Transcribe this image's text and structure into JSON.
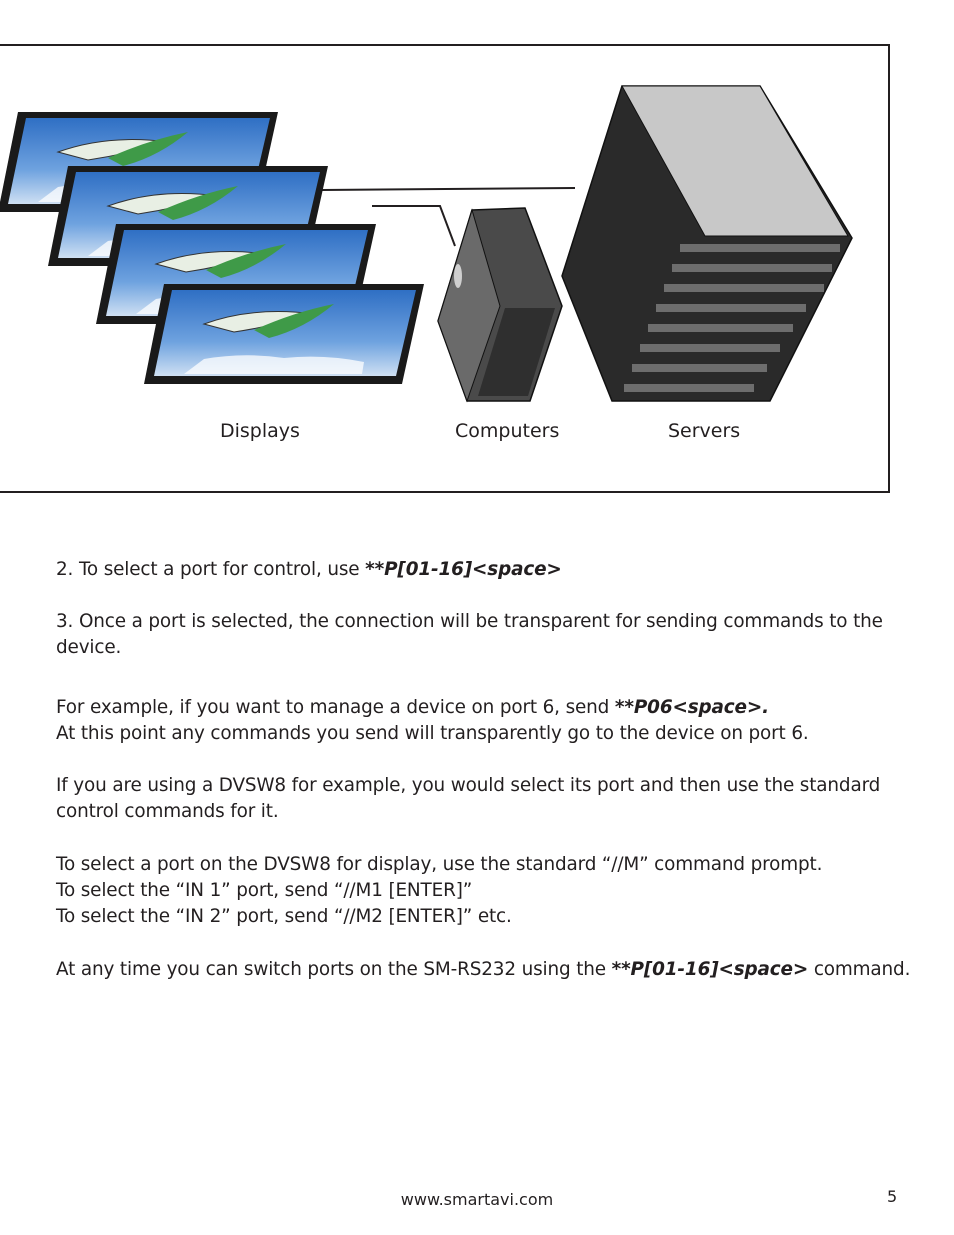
{
  "figure": {
    "captions": {
      "displays": "Displays",
      "computers": "Computers",
      "servers": "Servers"
    },
    "icons": [
      "display-icon",
      "computer-tower-icon",
      "server-rack-icon"
    ],
    "colors": {
      "border": "#231f20",
      "sky": "#3f7fcf",
      "rack": "#2a2a2a",
      "rack_top": "#c8c8c8"
    }
  },
  "body": {
    "p1": {
      "prefix": "2. To select a port for control, use ",
      "cmd": "**P[01-16]<space>"
    },
    "p2": {
      "text": "3. Once a port is selected, the connection will be transparent for sending commands to the device."
    },
    "p3": {
      "prefix": "For example, if you want to manage a device on port 6, send ",
      "cmd": "**P06<space>.",
      "line2": "At this point any commands you send will  transparently go to the device on port 6."
    },
    "p4": {
      "text": "If you are using a DVSW8 for example, you would select its port and then use the standard control commands for it."
    },
    "p5": {
      "line1": "To select a port on the DVSW8 for display, use the standard “//M” command prompt.",
      "line2": "To select the “IN 1” port, send “//M1 [ENTER]”",
      "line3": "To select the “IN 2” port, send “//M2 [ENTER]” etc."
    },
    "p6": {
      "prefix": "At any time you can switch ports on the SM-RS232 using the ",
      "cmd": "**P[01-16]<space>",
      "suffix": " command."
    }
  },
  "footer": {
    "url": "www.smartavi.com",
    "page": "5"
  }
}
